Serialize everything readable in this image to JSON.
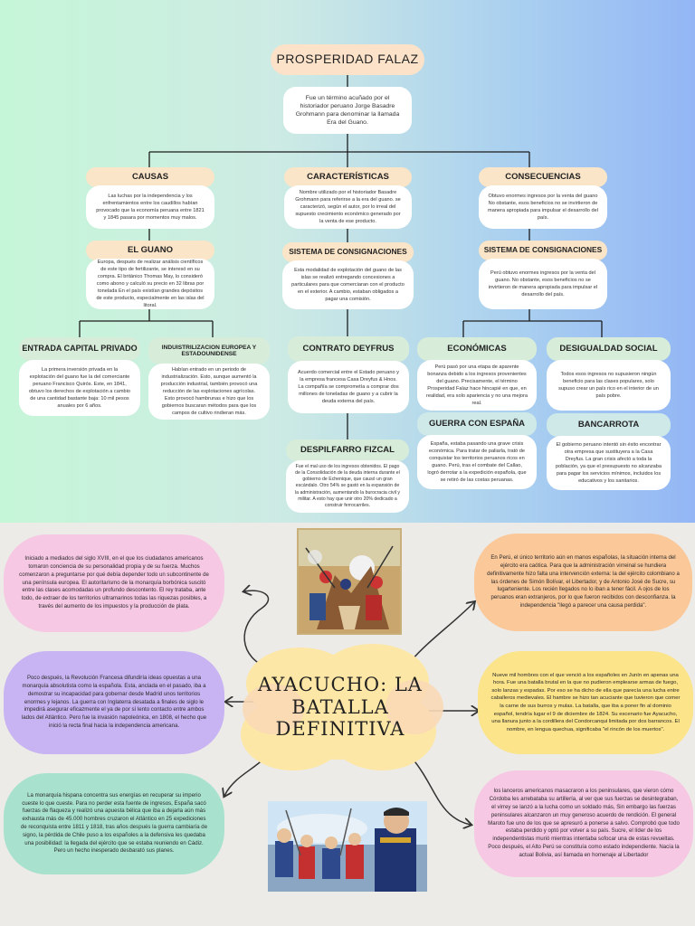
{
  "top": {
    "title": "PROSPERIDAD FALAZ",
    "intro": "Fue un término acuñado por el historiador peruano Jorge Basadre Grohmann para denominar la llamada Era del Guano.",
    "causas": {
      "label": "CAUSAS",
      "text": "Las luchas por la independencia y los enfrentamientos entre los caudillos habían provocado que la economía peruana entre 1821 y 1845 pasara por momentos muy malos."
    },
    "caracteristicas": {
      "label": "CARACTERÍSTICAS",
      "text": "Nombre utilizado por el historiador Basadre Grohmann para referirse a la era del guano. se caracterizó, según el autor, por lo irreal del supuesto crecimiento económico generado por la venta de ese producto."
    },
    "consecuencias": {
      "label": "CONSECUENCIAS",
      "text": "Obtuvo enormes ingresos por la venta del guano No obstante, esos beneficios no se invirtieron de manera apropiada para impulsar el desarrollo del país."
    },
    "el_guano": {
      "label": "EL GUANO",
      "text": "Europa, después de realizar análisis científicos de este tipo de fertilizante, se interesó en su compra. El británico Thomas May, lo consideró como abono y calculó su precio en 32 libras por tonelada En el país existían grandes depósitos de este producto, especialmente en las islas del litoral."
    },
    "sistema_mid": {
      "label": "SISTEMA DE CONSIGNACIONES",
      "text": "Esta modalidad de explotación del guano de las islas se realizó entregando concesiones a particulares para que comerciaran con el producto en el exterior. A cambio, estaban obligados a pagar una comisión."
    },
    "sistema_right": {
      "label": "SISTEMA DE CONSIGNACIONES",
      "text": "Perú obtuvo enormes ingresos por la venta del guano. No obstante, esos beneficios no se invirtieron de manera apropiada para impulsar el desarrollo del país."
    },
    "entrada": {
      "label": "ENTRADA CAPITAL PRIVADO",
      "text": "La primera inversión privada en la explotación del guano fue la del comerciante peruano Francisco Quirós. Este, en 1841, obtuvo los derechos de explotación a cambio de una cantidad bastante baja: 10 mil pesos anuales por 6 años."
    },
    "industrializacion": {
      "label": "INDUISTRILIZACION EUROPEA Y ESTADOUNIDENSE",
      "text": "Habían entrado en un periodo de industrialización. Esto, aunque aumentó la producción industrial, también provocó una reducción de las explotaciones agrícolas. Esto provocó hambrunas e hizo que los gobiernos buscaran métodos para que los campos de cultivo rindieran más."
    },
    "contrato": {
      "label": "CONTRATO DEYFRUS",
      "text": "Acuerdo comercial entre el Estado peruano y la empresa francesa Casa Dreyfus & Hnos. La compañía se comprometía a comprar dos millones de toneladas de guano y a cubrir la deuda externa del país."
    },
    "despilfarro": {
      "label": "DESPILFARRO FIZCAL",
      "text": "Fue el mal uso de los ingresos obtenidos. El pago de la Consolidación de la deuda interna durante el gobierno de Echenique, que causó un gran escándalo. Otro 54% se gastó en la expansión de la administración, aumentando la burocracia civil y militar. A esto hay que unir otro 20% dedicado a construir ferrocarriles."
    },
    "economicas": {
      "label": "ECONÓMICAS",
      "text": "Perú pasó por una etapa de aparente bonanza debido a los ingresos provenientes del guano. Precisamente, el término Prosperidad Falaz hace hincapié en que, en realidad, era solo apariencia y no una mejora real."
    },
    "desigualdad": {
      "label": "DESIGUALDAD SOCIAL",
      "text": "Todos esos ingresos no supusieron ningún beneficio para las clases populares, solo supuso crear un país rico en el interior de un país pobre."
    },
    "guerra": {
      "label": "GUERRA CON ESPAÑA",
      "text": "España, estaba pasando una grave crisis económica. Para tratar de paliarla, trató de conquistar los territorios peruanos ricos en guano. Perú, tras el combate del Callao, logró derrotar a la expedición española, que se retiró de las costas peruanas."
    },
    "bancarrota": {
      "label": "BANCARROTA",
      "text": "El gobierno peruano intentó sin éxito encontrar otra empresa que sustituyera a la Casa Dreyfus. La gran crisis afectó a toda la población, ya que el presupuesto no alcanzaba para pagar los servicios mínimos, incluidos los educativos y los sanitarios."
    }
  },
  "bottom": {
    "center_title": "AYACUCHO: LA BATALLA DEFINITIVA",
    "blob_pink_left": "Iniciado a mediados del siglo XVIII, en el que los ciudadanos americanos tomaron conciencia de su personalidad propia y de su fuerza. Muchos comenzaron a preguntarse por qué debía depender todo un subcontinente de una península europea. El autoritarismo de la monarquía borbónica suscitó entre las clases acomodadas un profundo descontento. El rey trataba, ante todo, de extraer de los territorios ultramarinos todas las riquezas posibles, a través del aumento de los impuestos y la producción de plata.",
    "blob_purple_left": "Poco después, la Revolución Francesa difundiría ideas opuestas a una monarquía absolutista como la española. Esta, anclada en el pasado, iba a demostrar su incapacidad para gobernar desde Madrid unos territorios enormes y lejanos. La guerra con Inglaterra desatada a finales de siglo le impedirá asegurar eficazmente el ya de por sí lento contacto entre ambos lados del Atlántico. Pero fue la invasión napoleónica, en 1808, el hecho que inició la recta final hacia la independencia americana.",
    "blob_teal_left": "La monarquía hispana concentra sus energías en recuperar su imperio cueste lo que cueste. Para no perder esta fuente de ingresos, España sacó fuerzas de flaqueza y realizó una apuesta bélica que iba a dejarla aún más exhausta más de 45.000 hombres cruzaron el Atlántico en 25 expediciones de reconquista entre 1811 y 1818, tras años después la guerra cambiaría de signo, la pérdida de Chile puso a los españoles a la defensiva les quedaba una posibilidad: la llegada del ejército que se estaba reuniendo en Cádiz. Pero un hecho inesperado desbarató sus planes.",
    "blob_orange_right": "En Perú, el único territorio aún en manos españolas, la situación interna del ejército era caótica. Para que la administración virreinal se hundiera definitivamente hizo falta una intervención externa: la del ejército colombiano a las órdenes de Simón Bolívar, el Libertador, y de Antonio José de Sucre, su lugarteniente. Los recién llegados no lo iban a tener fácil. A ojos de los peruanos eran extranjeros, por lo que fueron recibidos con desconfianza. la independencia \"llegó a parecer una causa perdida\".",
    "blob_yellow_right": "Nueve mil hombres con el que venció a los españoles en Junín en apenas una hora. Fue una batalla brutal en la que no pudieron emplearse armas de fuego, solo lanzas y espadas. Por eso se ha dicho de ella que parecía una lucha entre caballeros medievales. El hambre se hizo tan acuciante que tuvieron que comer la carne de sus burros y mulas. La batalla, que iba a poner fin al dominio español, tendría lugar el 9 de diciembre de 1824. Su escenario fue Ayacucho, una llanura junto a la cordillera del Condorcanqui limitada por dos barrancos. El nombre, en lengua quechua, significaba \"el rincón de los muertos\".",
    "blob_pink_right": "los lanceros americanos masacraron a los peninsulares, que vieron cómo Córdoba les arrebataba su artillería, al ver que sus fuerzas se desintegraban, el virrey se lanzó a la lucha como un soldado más, Sin embargo las fuerzas peninsulares alcanzaron un muy generoso acuerdo de rendición. El general Maroto fue uno de los que se apresuró a ponerse a salvo. Comprobó que todo estaba perdido y optó por volver a su país. Sucre, el líder de los independentistas murió mientras intentaba sofocar una de estas revueltas. Poco después, el Alto Perú se constituía como estado independiente. Nacía la actual Bolivia, así llamada en homenaje al Libertador"
  },
  "colors": {
    "peach": "#fbe5c8",
    "green": "#d7ecd9",
    "teal": "#cfe9e8",
    "pink": "#f6c8e4",
    "purple": "#c8b4f2",
    "mint": "#a8e2cf",
    "orange": "#fbc89a",
    "yellow": "#fbe48a"
  }
}
